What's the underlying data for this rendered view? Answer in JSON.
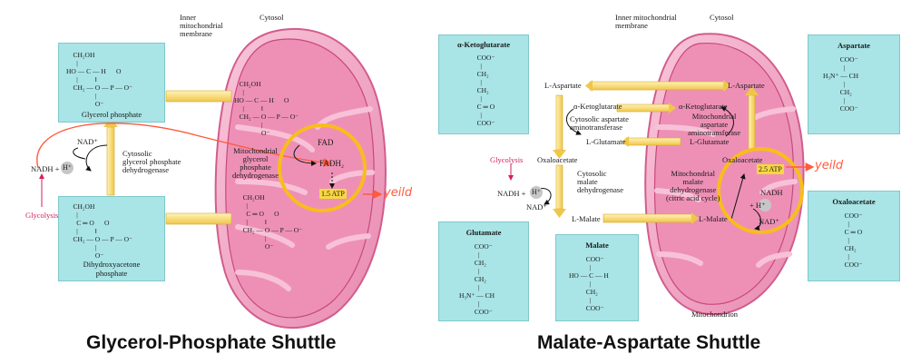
{
  "left": {
    "inner_membrane_label": "Inner\nmitochondrial\nmembrane",
    "cytosol_label": "Cytosol",
    "glycerol_phosphate_box": {
      "formula": "    CH₂OH\n      |\nHO — C — H      O\n      |          ‖\n    CH₂ — O — P — O⁻\n                 |\n                 O⁻",
      "title": "Glycerol phosphate"
    },
    "dhap_box": {
      "formula": "    CH₂OH\n      |\n      C ═ O      O\n      |          ‖\n    CH₂ — O — P — O⁻\n                 |\n                 O⁻",
      "title": "Dihydroxyacetone\nphosphate"
    },
    "matrix_glycerol_formula": "   CH₂OH\n     |\nHO — C — H      O\n     |          ‖\n   CH₂ — O — P — O⁻\n                |\n                O⁻",
    "matrix_dhap_formula": "   CH₂OH\n     |\n     C ═ O      O\n     |          ‖\n   CH₂ — O — P — O⁻\n                |\n                O⁻",
    "enzyme_cytosolic": "Cytosolic\nglycerol phosphate\ndehydrogenase",
    "enzyme_mito": "Mitochondrial\nglycerol\nphosphate\ndehydrogenase",
    "nad_plus": "NAD⁺",
    "nadh": "NADH + ",
    "h_plus": "H⁺",
    "glycolysis": "Glycolysis",
    "fad": "FAD",
    "fadh2": "FADH₂",
    "atp": "1.5 ATP",
    "annotation": "yeild",
    "caption": "Glycerol-Phosphate Shuttle"
  },
  "right": {
    "inner_membrane_label": "Inner mitochondrial\nmembrane",
    "cytosol_label": "Cytosol",
    "boxes": {
      "akg": {
        "title": "α-Ketoglutarate",
        "formula": "   COO⁻\n     |\n   CH₂\n     |\n   CH₂\n     |\n   C ═ O\n     |\n   COO⁻"
      },
      "glutamate": {
        "title": "Glutamate",
        "formula": "         COO⁻\n           |\n         CH₂\n           |\n         CH₂\n           |\nH₃N⁺ — CH\n           |\n         COO⁻"
      },
      "malate": {
        "title": "Malate",
        "formula": "          COO⁻\n            |\nHO — C — H\n            |\n          CH₂\n            |\n          COO⁻"
      },
      "aspartate": {
        "title": "Aspartate",
        "formula": "          COO⁻\n            |\nH₃N⁺ — CH\n            |\n          CH₂\n            |\n          COO⁻"
      },
      "oxaloacetate": {
        "title": "Oxaloacetate",
        "formula": "   COO⁻\n     |\n   C ═ O\n     |\n   CH₂\n     |\n   COO⁻"
      }
    },
    "l_aspartate_left": "L-Aspartate",
    "l_aspartate_right": "L-Aspartate",
    "akg_left": "α-Ketoglutarate",
    "akg_right": "α-Ketoglutarate",
    "cyto_transaminase": "Cytosolic aspartate\naminotransferase",
    "mito_transaminase": "Mitochondrial\naspartate\naminotransferase",
    "l_glutamate_left": "L-Glutamate",
    "l_glutamate_right": "L-Glutamate",
    "oxaloacetate_left": "Oxaloacetate",
    "oxaloacetate_right": "Oxaloacetate",
    "glycolysis": "Glycolysis",
    "cyto_malate_dh": "Cytosolic\nmalate\ndehydrogenase",
    "mito_malate_dh": "Mitochondrial\nmalate\ndehydrogenase\n(citric acid cycle)",
    "nadh_left": "NADH + ",
    "h_plus_left": "H⁺",
    "nad_left": "NAD⁺",
    "nadh_right": "NADH",
    "h_plus_right": "+ H⁺",
    "nad_right": "NAD⁺",
    "l_malate_left": "L-Malate",
    "l_malate_right": "L-Malate",
    "atp": "2.5 ATP",
    "annotation": "yeild",
    "mitochondrion_label": "Mitochondrion",
    "caption": "Malate-Aspartate Shuttle"
  },
  "colors": {
    "box_fill": "#a9e4e6",
    "mito_outer": "#f2a7c4",
    "mito_matrix": "#ea79a8",
    "arrow_yellow": "#f6d774",
    "highlight_circle": "#f8bd1c",
    "annotation": "#ff5a3c",
    "glycolysis": "#d41f5a"
  }
}
